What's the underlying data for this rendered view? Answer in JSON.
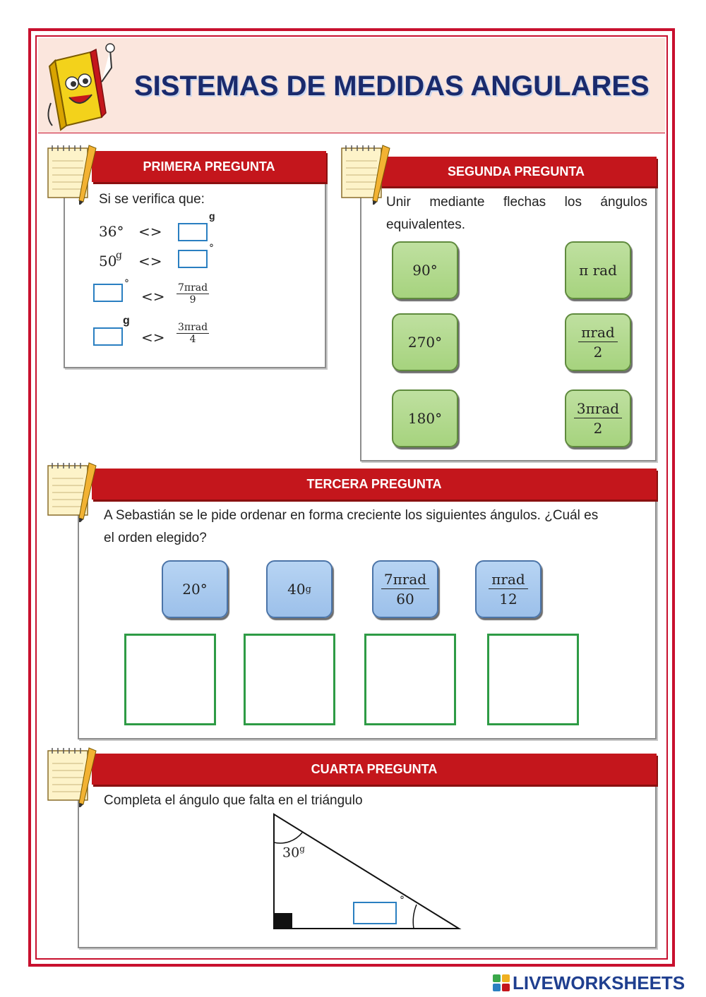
{
  "title": "SISTEMAS DE MEDIDAS ANGULARES",
  "q1": {
    "banner": "PRIMERA PREGUNTA",
    "intro": "Si se verifica que:",
    "row1_value": "36°",
    "row1_op": "<>",
    "row1_unit": "g",
    "row2_value": "50",
    "row2_value_sup": "g",
    "row2_op": "<>",
    "row2_unit": "°",
    "row3_unit": "°",
    "row3_op": "<>",
    "row3_num": "7πrad",
    "row3_den": "9",
    "row4_unit": "g",
    "row4_op": "<>",
    "row4_num": "3πrad",
    "row4_den": "4"
  },
  "q2": {
    "banner": "SEGUNDA PREGUNTA",
    "instruction_line1": "Unir mediante flechas los ángulos",
    "instruction_line2": "equivalentes.",
    "left": [
      "90°",
      "270°",
      "180°"
    ],
    "right_pi": "π rad",
    "right_frac1_num": "πrad",
    "right_frac1_den": "2",
    "right_frac2_num": "3πrad",
    "right_frac2_den": "2"
  },
  "q3": {
    "banner": "TERCERA PREGUNTA",
    "instruction_line1": "A Sebastián se le pide ordenar en forma creciente los siguientes ángulos. ¿Cuál es",
    "instruction_line2": "el orden elegido?",
    "tile1": "20°",
    "tile2": "40",
    "tile2_sup": "g",
    "tile3_num": "7πrad",
    "tile3_den": "60",
    "tile4_num": "πrad",
    "tile4_den": "12"
  },
  "q4": {
    "banner": "CUARTA PREGUNTA",
    "instruction": "Completa el ángulo que falta en el triángulo",
    "angle_label": "30",
    "angle_sup": "g",
    "answer_unit": "°"
  },
  "footer": {
    "brand": "LIVEWORKSHEETS"
  },
  "colors": {
    "banner": "#c4161c",
    "frame": "#c8102e",
    "green_tile": "#a6d37e",
    "blue_tile": "#9cc0ea",
    "drop_border": "#2e9b45",
    "input_border": "#2a7fc1"
  }
}
